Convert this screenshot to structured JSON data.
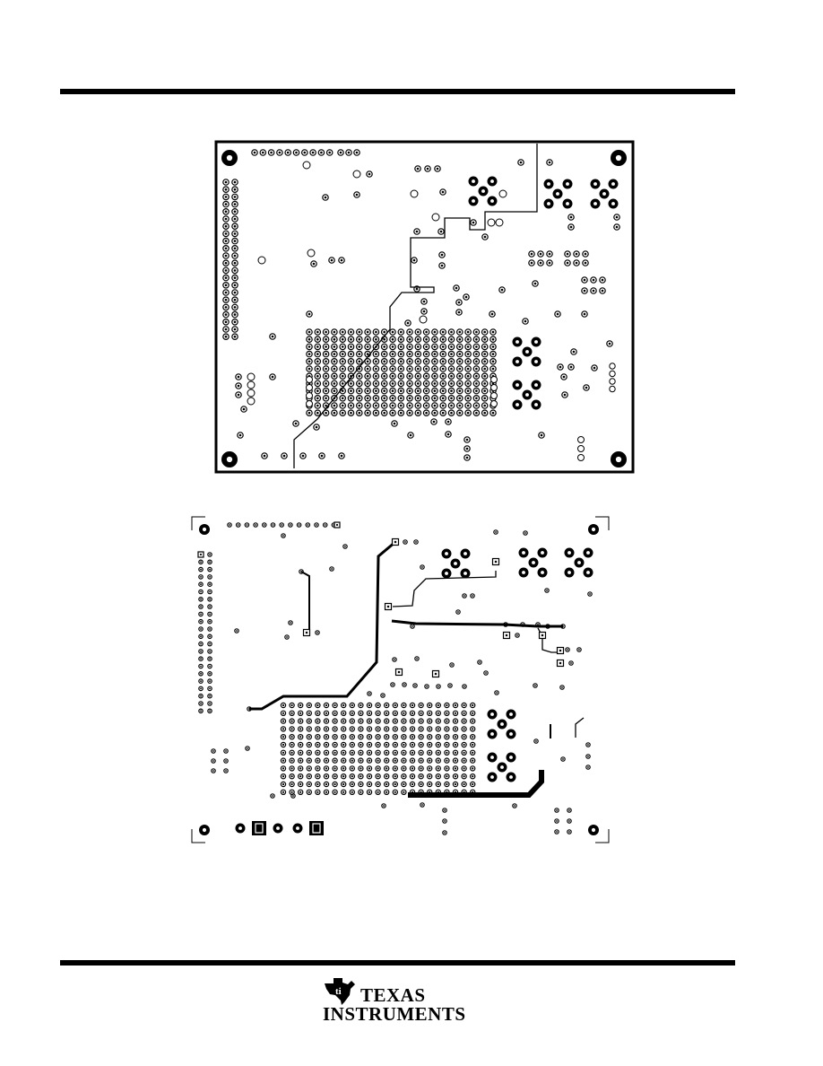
{
  "brand": {
    "logo_line_1": "Texas",
    "logo_line_2": "Instruments"
  },
  "figures": [
    {
      "name": "pcb-top-layer"
    },
    {
      "name": "pcb-bottom-layer"
    }
  ],
  "colors": {
    "ink": "#000000",
    "paper": "#ffffff"
  }
}
